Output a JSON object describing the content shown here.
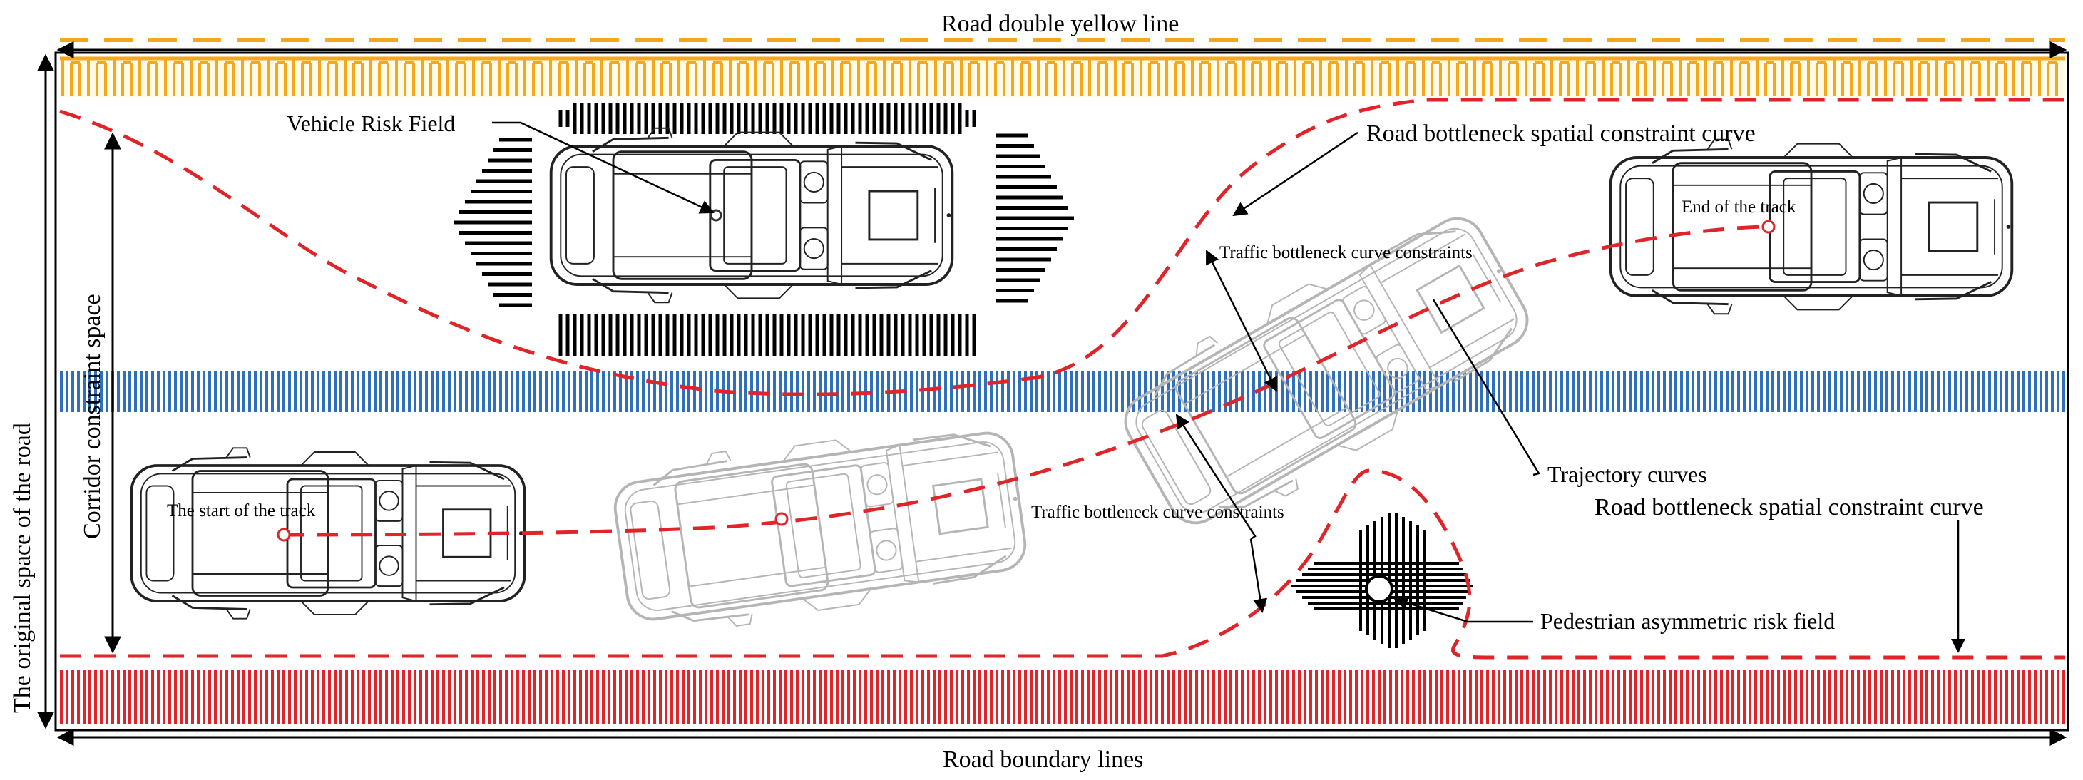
{
  "labels": {
    "top_line": "Road double yellow line",
    "bottom_line": "Road boundary lines",
    "left_space": "The original space of the road",
    "corridor": "Corridor constraint space",
    "vehicle_risk": "Vehicle Risk Field",
    "bottleneck_upper": "Road bottleneck spatial constraint curve",
    "bottleneck_lower": "Road bottleneck spatial constraint curve",
    "traffic_upper": "Traffic bottleneck curve constraints",
    "traffic_lower": "Traffic bottleneck curve constraints",
    "trajectory": "Trajectory curves",
    "pedestrian": "Pedestrian asymmetric risk field",
    "start": "The start of the track",
    "end": "End of the track"
  },
  "colors": {
    "yellow_line": "#f3a81e",
    "blue_line": "#2f6fbd",
    "red_line": "#e0252a",
    "constraint_curve": "#e0252a",
    "ghost_car": "#b5b5b5",
    "solid_car": "#222222"
  }
}
